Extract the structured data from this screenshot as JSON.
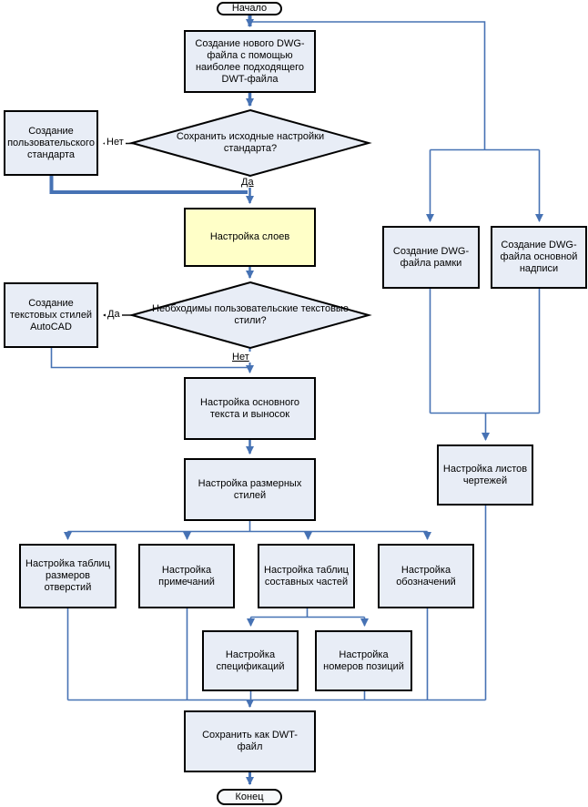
{
  "flowchart": {
    "terminators": {
      "start": "Начало",
      "end": "Конец"
    },
    "processes": {
      "create_dwg": "Создание нового DWG-файла с помощью наиболее подходящего DWT-файла",
      "custom_standard": "Создание пользовательского стандарта",
      "layers": "Настройка слоев",
      "text_styles": "Создание текстовых стилей AutoCAD",
      "main_text": "Настройка основного текста и выносок",
      "dim_styles": "Настройка размерных стилей",
      "hole_tables": "Настройка таблиц размеров отверстий",
      "notes": "Настройка примечаний",
      "parts_tables": "Настройка таблиц составных частей",
      "symbols": "Настройка обозначений",
      "specs": "Настройка спецификаций",
      "item_numbers": "Настройка номеров позиций",
      "dwg_frame": "Создание DWG-файла рамки",
      "dwg_title_block": "Создание DWG-файла основной надписи",
      "sheets": "Настройка листов чертежей",
      "save_dwt": "Сохранить как DWT-файл"
    },
    "decisions": {
      "keep_standard_settings": "Сохранить исходные настройки стандарта?",
      "need_custom_text_styles": "Необходимы пользовательские текстовые стили?"
    },
    "edge_labels": {
      "yes": "Да",
      "no": "Нет"
    },
    "colors": {
      "connector_blue": "#4672b4",
      "node_fill": "#e8edf6",
      "highlight_fill": "#ffffc8",
      "border": "#000000"
    }
  }
}
